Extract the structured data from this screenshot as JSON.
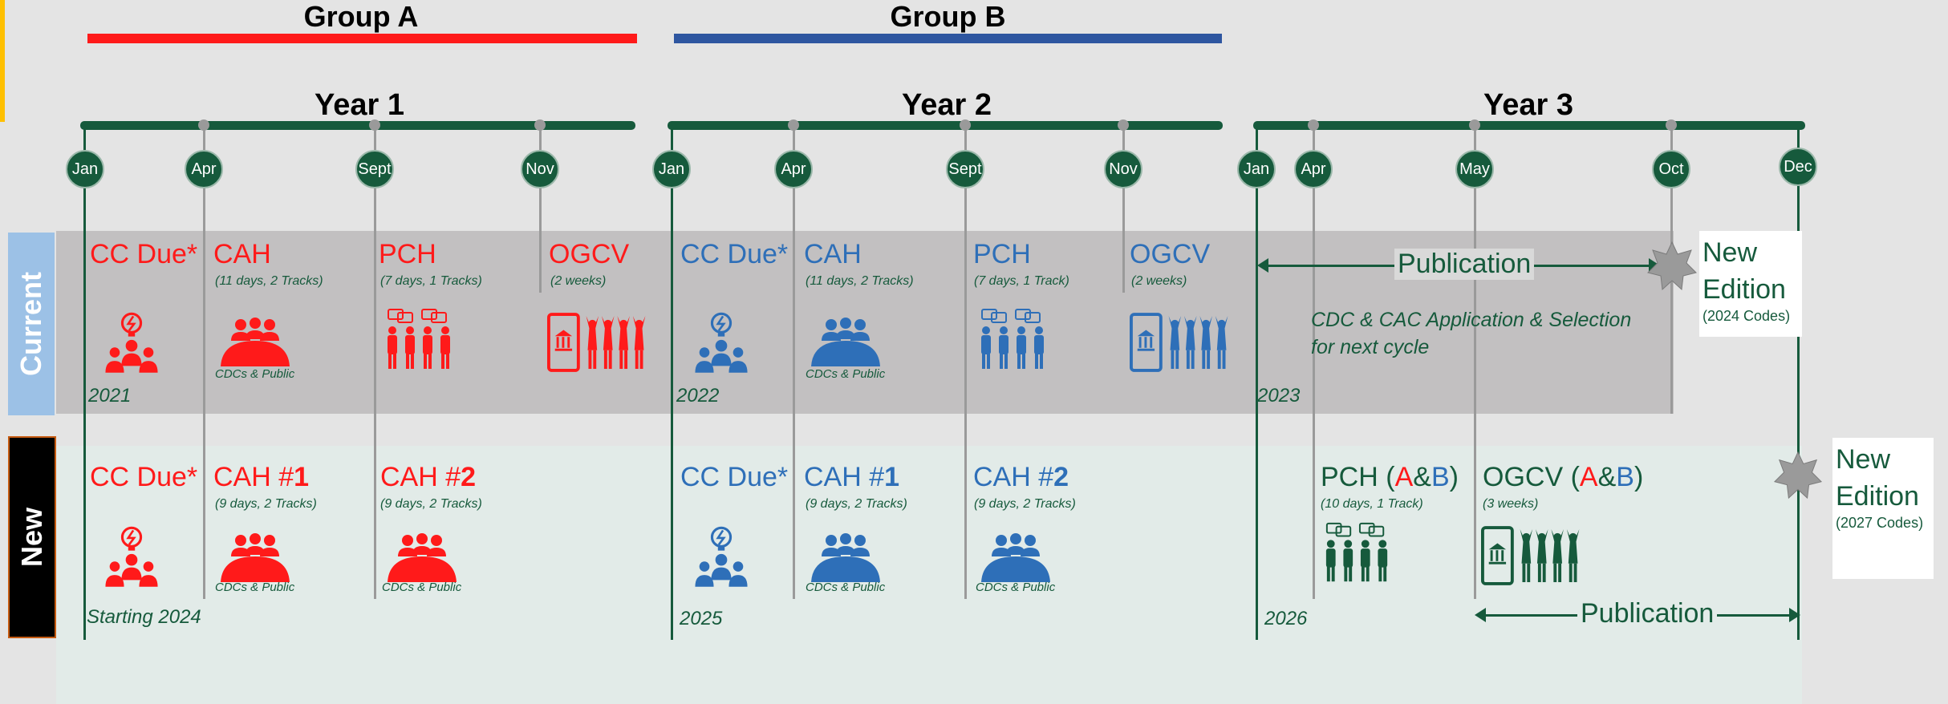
{
  "groups": {
    "a": "Group A",
    "b": "Group B"
  },
  "colors": {
    "red": "#ff1a1a",
    "blue": "#2e6fb8",
    "green": "#165a3c",
    "accent": "#ffc000"
  },
  "years": {
    "y1": "Year 1",
    "y2": "Year 2",
    "y3": "Year 3"
  },
  "months": {
    "y1": [
      "Jan",
      "Apr",
      "Sept",
      "Nov"
    ],
    "y2": [
      "Jan",
      "Apr",
      "Sept",
      "Nov"
    ],
    "y3": [
      "Jan",
      "Apr",
      "May",
      "Oct",
      "Dec"
    ]
  },
  "rows": {
    "current": "Current",
    "new": "New"
  },
  "current": {
    "y1": {
      "cc": "CC Due*",
      "cah": "CAH",
      "cah_sub": "(11 days, 2 Tracks)",
      "cah_note": "CDCs & Public",
      "pch": "PCH",
      "pch_sub": "(7 days, 1 Tracks)",
      "ogcv": "OGCV",
      "ogcv_sub": "(2 weeks)",
      "year": "2021"
    },
    "y2": {
      "cc": "CC Due*",
      "cah": "CAH",
      "cah_sub": "(11 days, 2 Tracks)",
      "cah_note": "CDCs & Public",
      "pch": "PCH",
      "pch_sub": "(7 days, 1 Track)",
      "ogcv": "OGCV",
      "ogcv_sub": "(2 weeks)",
      "year": "2022"
    },
    "y3": {
      "publication": "Publication",
      "cdc_line1": "CDC & CAC Application & Selection",
      "cdc_line2": "for next cycle",
      "year": "2023"
    },
    "edition": {
      "line1": "New",
      "line2": "Edition",
      "codes": "(2024 Codes)"
    }
  },
  "new": {
    "y1": {
      "cc": "CC Due*",
      "cah1": "CAH #",
      "cah1_num": "1",
      "cah1_sub": "(9 days, 2 Tracks)",
      "cah1_note": "CDCs & Public",
      "cah2": "CAH #",
      "cah2_num": "2",
      "cah2_sub": "(9 days, 2 Tracks)",
      "cah2_note": "CDCs & Public",
      "year": "Starting 2024"
    },
    "y2": {
      "cc": "CC Due*",
      "cah1": "CAH #",
      "cah1_num": "1",
      "cah1_sub": "(9 days, 2 Tracks)",
      "cah1_note": "CDCs & Public",
      "cah2": "CAH #",
      "cah2_num": "2",
      "cah2_sub": "(9 days, 2 Tracks)",
      "cah2_note": "CDCs & Public",
      "year": "2025"
    },
    "y3": {
      "pch": "PCH (",
      "pch_a": "A",
      "pch_amp": "&",
      "pch_b": "B",
      "pch_close": ")",
      "pch_sub": "(10 days, 1 Track)",
      "ogcv": "OGCV (",
      "ogcv_a": "A",
      "ogcv_amp": "&",
      "ogcv_b": "B",
      "ogcv_close": ")",
      "ogcv_sub": "(3 weeks)",
      "publication": "Publication",
      "year": "2026"
    },
    "edition": {
      "line1": "New",
      "line2": "Edition",
      "codes": "(2027 Codes)"
    }
  },
  "icons": [
    "idea-people-icon",
    "audience-icon",
    "discussion-group-icon",
    "mobile-crowd-icon"
  ]
}
